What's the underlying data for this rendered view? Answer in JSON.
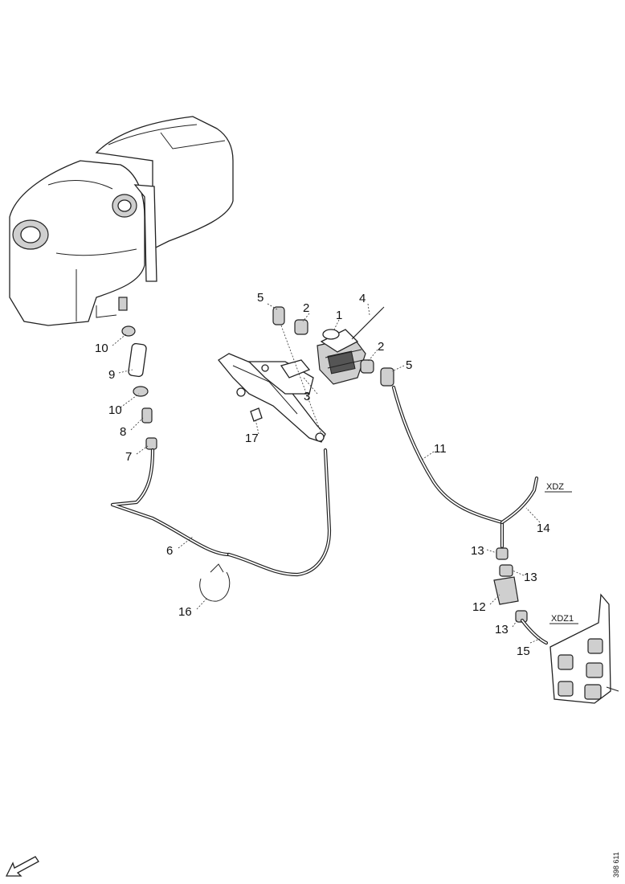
{
  "callouts": {
    "c1": "1",
    "c2a": "2",
    "c2b": "2",
    "c3": "3",
    "c4": "4",
    "c5a": "5",
    "c5b": "5",
    "c6": "6",
    "c7": "7",
    "c8": "8",
    "c9": "9",
    "c10a": "10",
    "c10b": "10",
    "c11": "11",
    "c12": "12",
    "c13a": "13",
    "c13b": "13",
    "c13c": "13",
    "c14": "14",
    "c15": "15",
    "c16": "16",
    "c17": "17"
  },
  "references": {
    "xdz": "XDZ",
    "xdz1": "XDZ1"
  },
  "figure_number": "398 611"
}
